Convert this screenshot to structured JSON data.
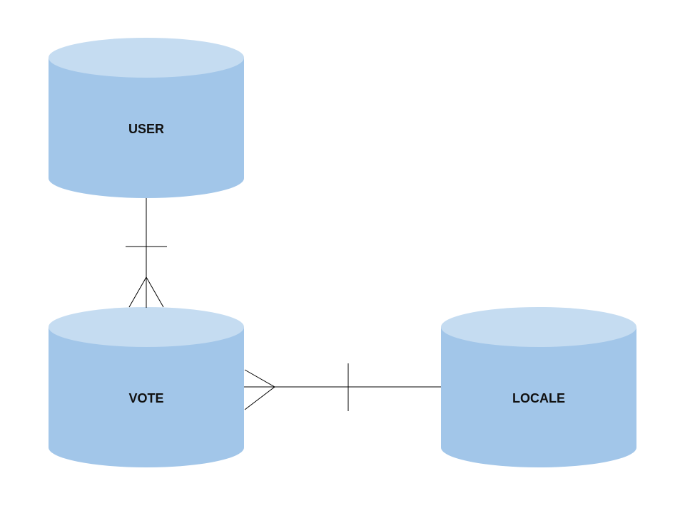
{
  "entities": {
    "user": {
      "label": "USER"
    },
    "vote": {
      "label": "VOTE"
    },
    "locale": {
      "label": "LOCALE"
    }
  },
  "relationships": [
    {
      "from": "user",
      "to": "vote",
      "from_cardinality": "one",
      "to_cardinality": "many"
    },
    {
      "from": "locale",
      "to": "vote",
      "from_cardinality": "one",
      "to_cardinality": "many"
    }
  ],
  "colors": {
    "cylinder_body": "#a2c6e9",
    "cylinder_top": "#c5dcf1",
    "line": "#000000",
    "text": "#111111"
  }
}
